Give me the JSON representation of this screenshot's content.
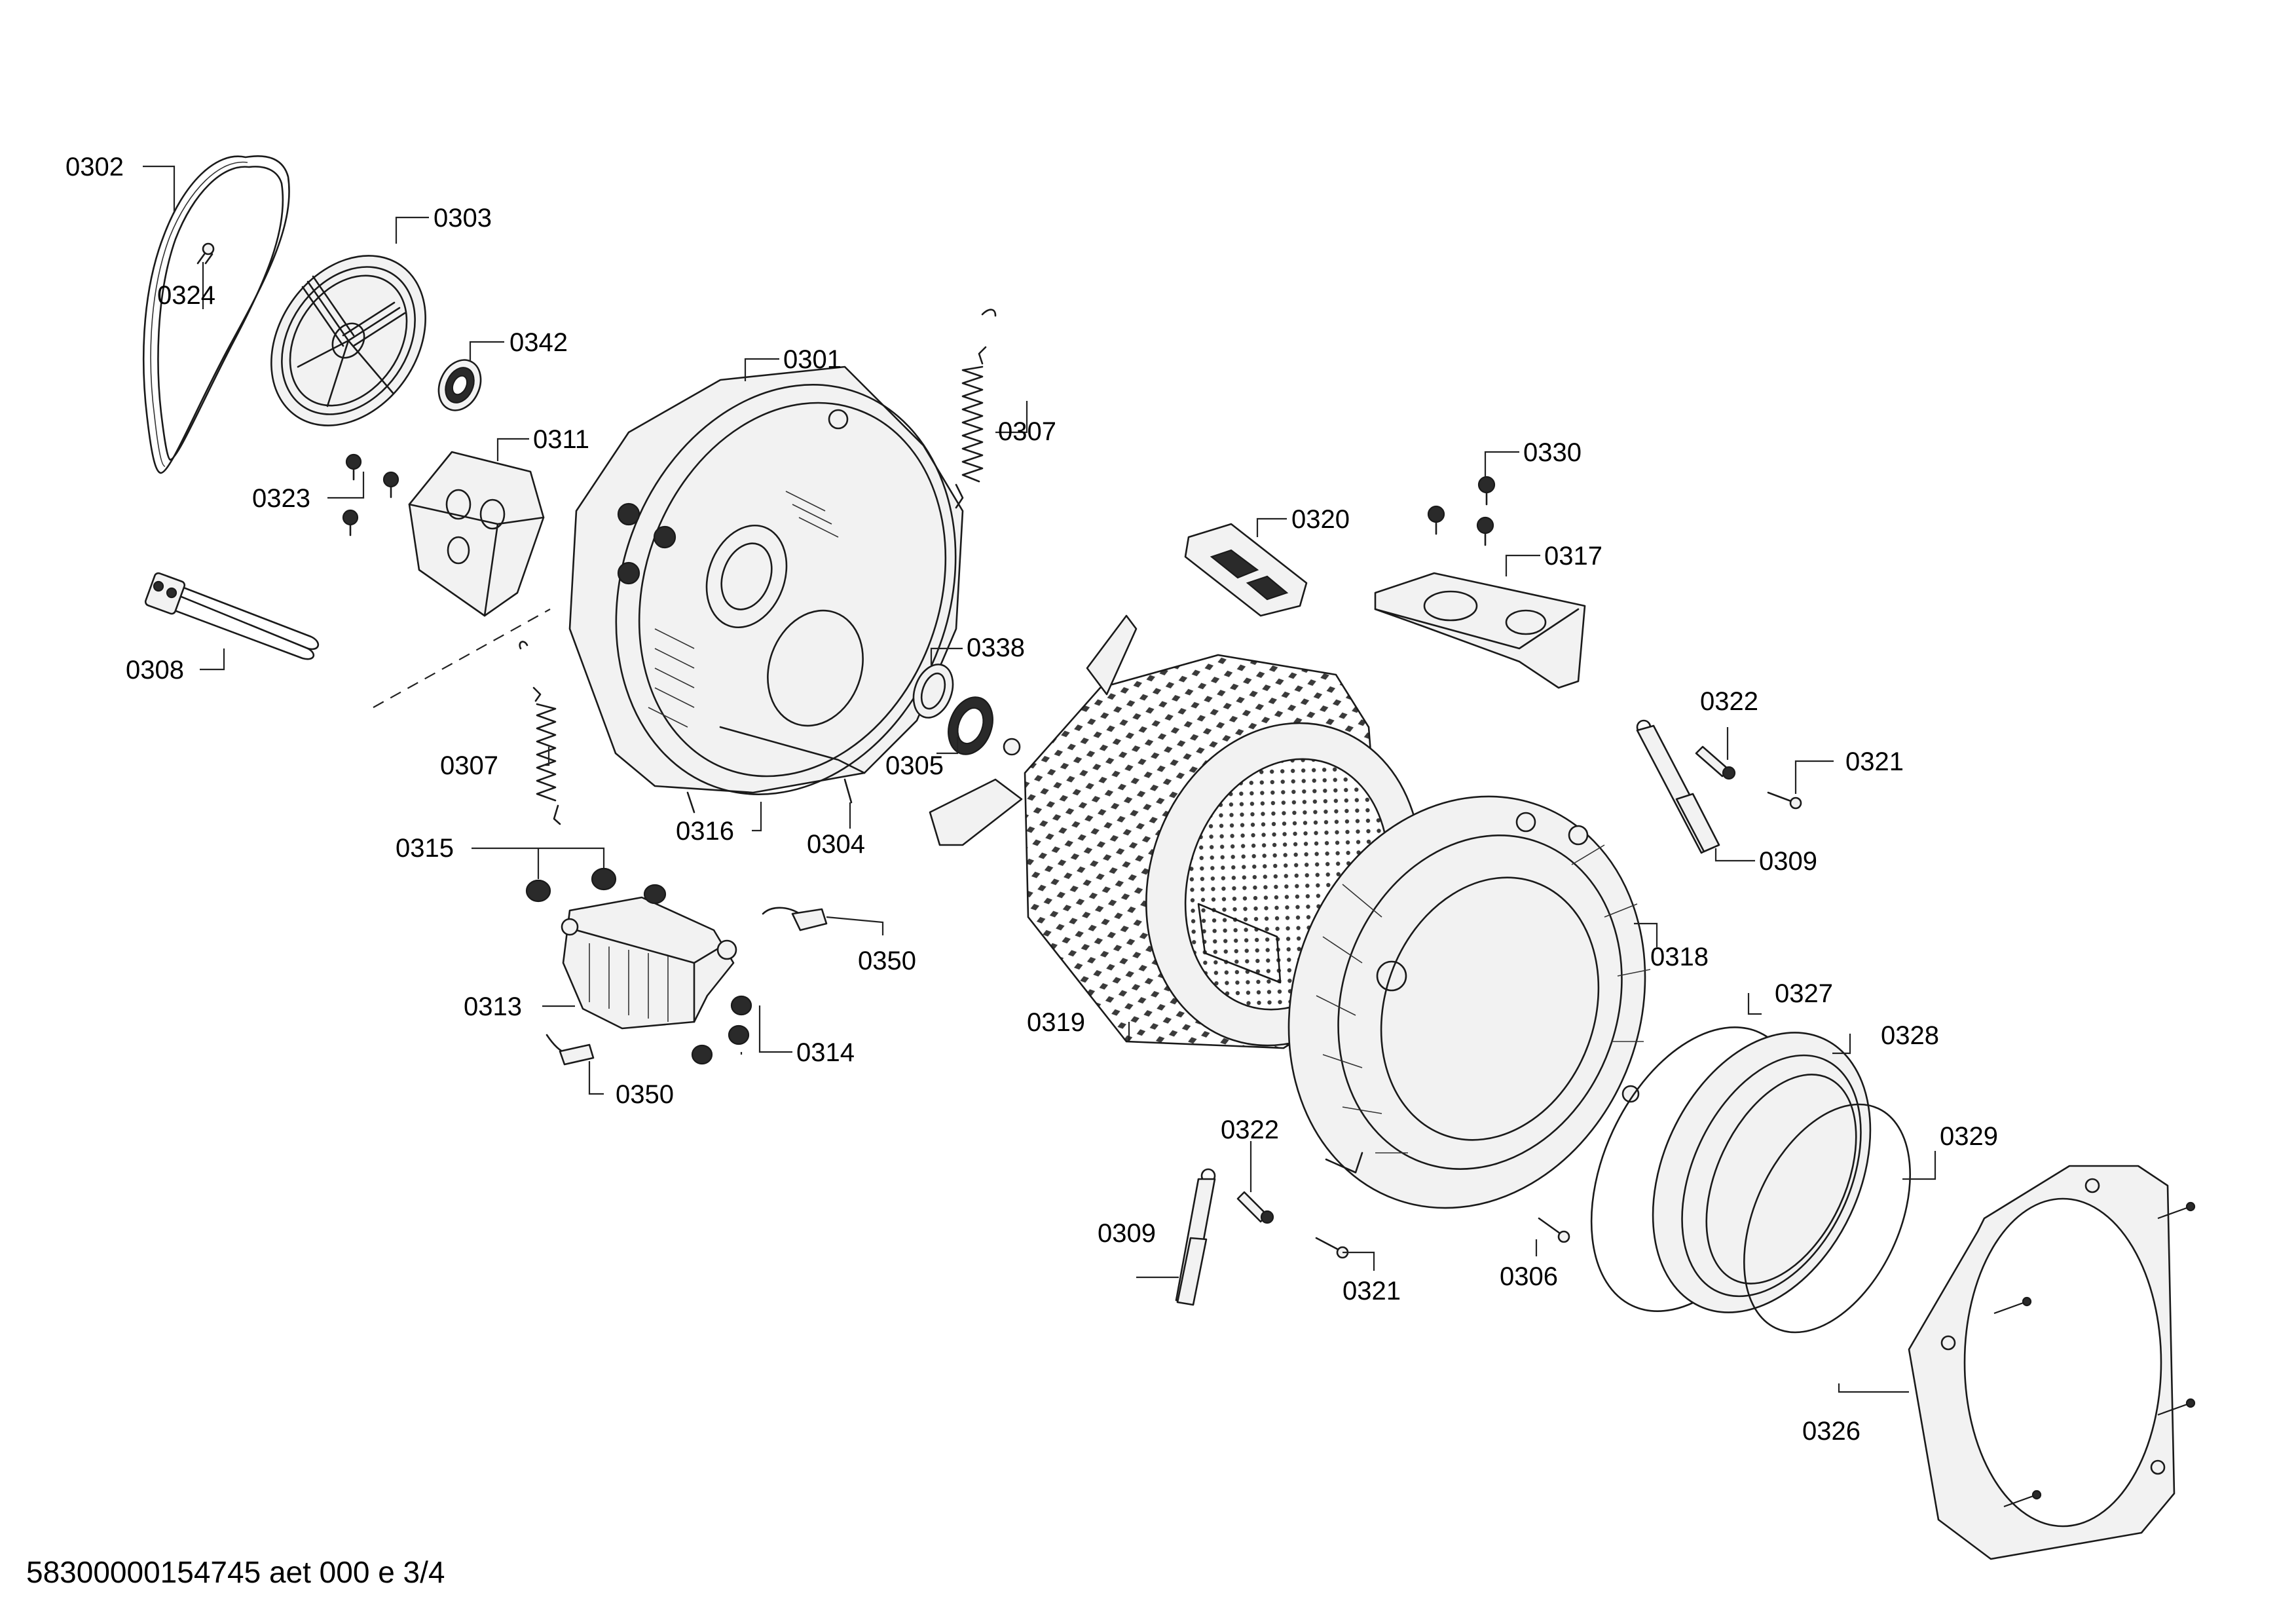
{
  "diagram": {
    "footer_text": "58300000154745 aet 000 e 3/4",
    "callouts": [
      {
        "id": "c0302",
        "text": "0302"
      },
      {
        "id": "c0303",
        "text": "0303"
      },
      {
        "id": "c0324",
        "text": "0324"
      },
      {
        "id": "c0342",
        "text": "0342"
      },
      {
        "id": "c0301",
        "text": "0301"
      },
      {
        "id": "c0307a",
        "text": "0307"
      },
      {
        "id": "c0311",
        "text": "0311"
      },
      {
        "id": "c0323",
        "text": "0323"
      },
      {
        "id": "c0330",
        "text": "0330"
      },
      {
        "id": "c0320",
        "text": "0320"
      },
      {
        "id": "c0317",
        "text": "0317"
      },
      {
        "id": "c0338",
        "text": "0338"
      },
      {
        "id": "c0308",
        "text": "0308"
      },
      {
        "id": "c0307b",
        "text": "0307"
      },
      {
        "id": "c0305",
        "text": "0305"
      },
      {
        "id": "c0316",
        "text": "0316"
      },
      {
        "id": "c0304",
        "text": "0304"
      },
      {
        "id": "c0322a",
        "text": "0322"
      },
      {
        "id": "c0321a",
        "text": "0321"
      },
      {
        "id": "c0309a",
        "text": "0309"
      },
      {
        "id": "c0315",
        "text": "0315"
      },
      {
        "id": "c0350a",
        "text": "0350"
      },
      {
        "id": "c0313",
        "text": "0313"
      },
      {
        "id": "c0314",
        "text": "0314"
      },
      {
        "id": "c0350b",
        "text": "0350"
      },
      {
        "id": "c0319",
        "text": "0319"
      },
      {
        "id": "c0318",
        "text": "0318"
      },
      {
        "id": "c0327",
        "text": "0327"
      },
      {
        "id": "c0328",
        "text": "0328"
      },
      {
        "id": "c0329",
        "text": "0329"
      },
      {
        "id": "c0322b",
        "text": "0322"
      },
      {
        "id": "c0309b",
        "text": "0309"
      },
      {
        "id": "c0321b",
        "text": "0321"
      },
      {
        "id": "c0306",
        "text": "0306"
      },
      {
        "id": "c0326",
        "text": "0326"
      }
    ]
  }
}
